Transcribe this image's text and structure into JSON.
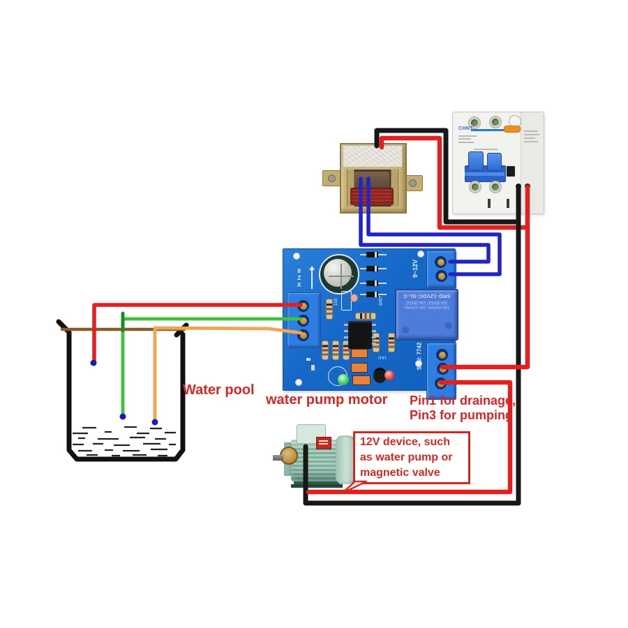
{
  "labels": {
    "water_pool": "Water pool",
    "water_pump_motor": "water pump motor",
    "pin_note_line1": "Pin1 for drainage,",
    "pin_note_line2": "Pin3 for pumping"
  },
  "callout": {
    "lines": [
      "12V device, such",
      "as water pump or",
      "magnetic valve"
    ]
  },
  "breaker": {
    "brand": "CHNT"
  },
  "pcb": {
    "power_label": "9~12V",
    "relay_lines": [
      "SRD-12VDC-SL-C",
      "10A 30VDC 10A 28VDC",
      "10A 250VAC 10A 125VAC"
    ],
    "sku": "SKU: 7742",
    "probe_marks": [
      "8",
      "Z",
      "X"
    ],
    "diode_label": "4007",
    "cap_label": "103",
    "led_label": "LED"
  },
  "colors": {
    "wire_red": "#e3201f",
    "wire_black": "#171717",
    "wire_blue": "#2323c8",
    "wire_green": "#3ec43c",
    "wire_green_dark": "#1d8a1d",
    "wire_orange": "#efa653",
    "rim_brown": "#8a5a28",
    "probe_dot": "#1c1cae",
    "label_red": "#d32726",
    "beaker_outline": "#111111"
  }
}
